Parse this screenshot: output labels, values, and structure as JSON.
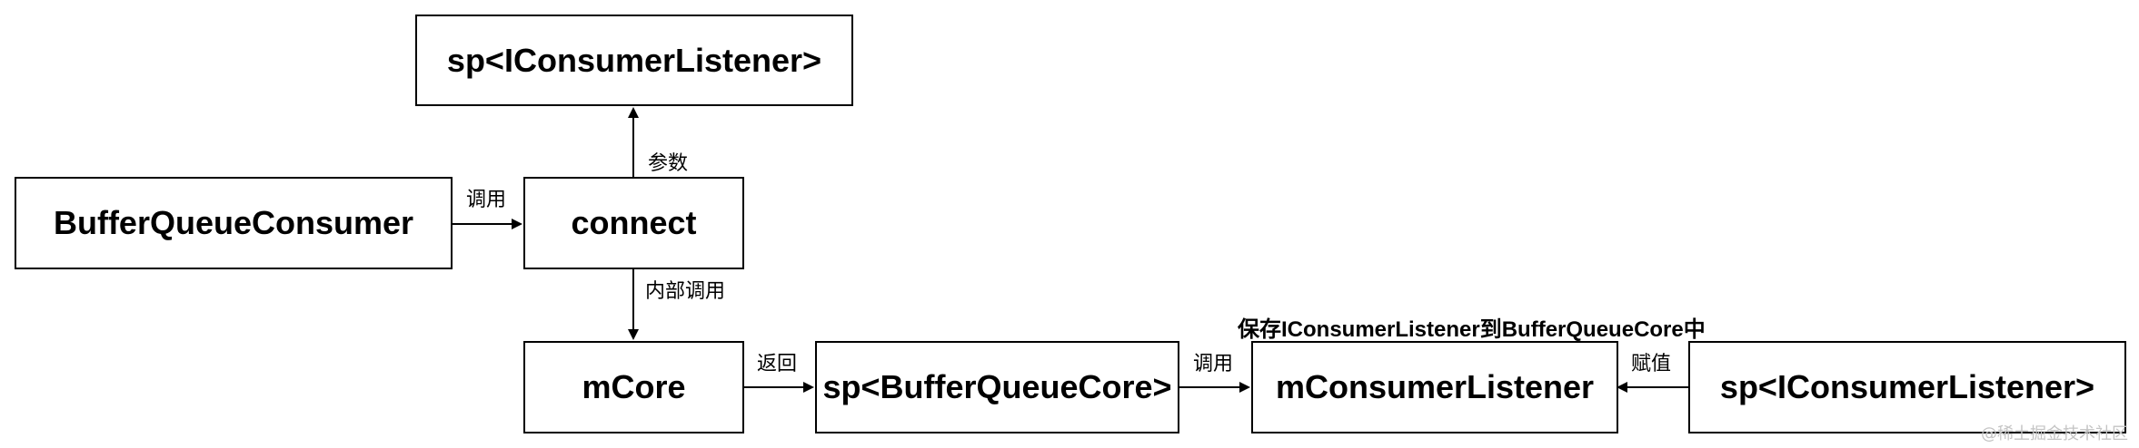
{
  "nodes": {
    "sp_listener_top": "sp<IConsumerListener>",
    "buffer_queue_consumer": "BufferQueueConsumer",
    "connect": "connect",
    "mcore": "mCore",
    "sp_buffer_queue_core": "sp<BufferQueueCore>",
    "mconsumer_listener": "mConsumerListener",
    "sp_listener_right": "sp<IConsumerListener>"
  },
  "edge_labels": {
    "call_1": "调用",
    "param": "参数",
    "internal_call": "内部调用",
    "return": "返回",
    "call_2": "调用",
    "assign": "赋值"
  },
  "annotation": "保存IConsumerListener到BufferQueueCore中",
  "watermark": "@稀土掘金技术社区"
}
